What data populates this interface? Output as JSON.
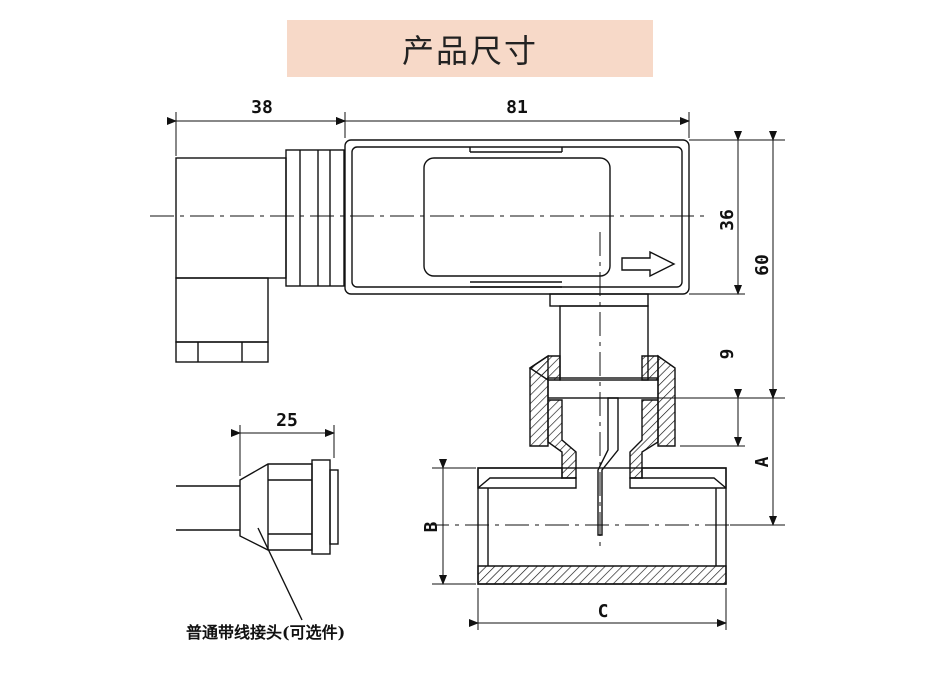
{
  "title": "产品尺寸",
  "dimensions": {
    "d38": "38",
    "d81": "81",
    "d36": "36",
    "d60": "60",
    "d9": "9",
    "d25": "25",
    "dA": "A",
    "dB": "B",
    "dC": "C"
  },
  "note": "普通带线接头(可选件)"
}
